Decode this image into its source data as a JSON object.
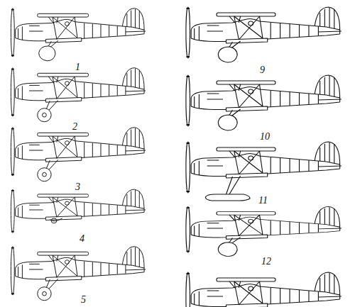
{
  "diagram": {
    "labels": [
      "1",
      "2",
      "3",
      "4",
      "5",
      "9",
      "10",
      "11",
      "12"
    ]
  }
}
